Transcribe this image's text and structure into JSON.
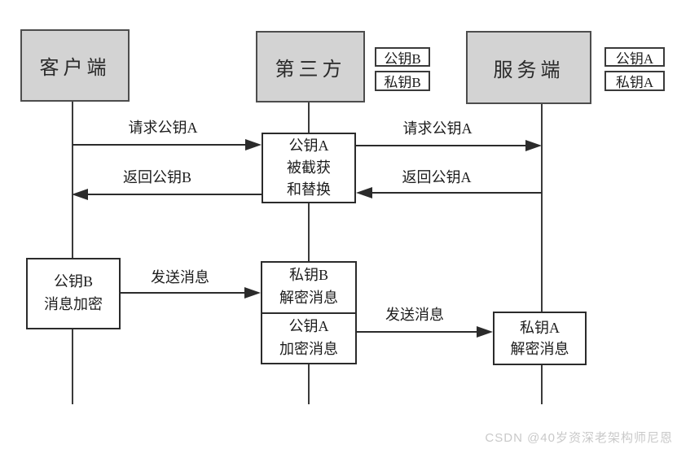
{
  "diagram": {
    "actors": {
      "client": "客户端",
      "middle": "第三方",
      "server": "服务端"
    },
    "key_badges": {
      "middle_public": "公钥B",
      "middle_private": "私钥B",
      "server_public": "公钥A",
      "server_private": "私钥A"
    },
    "messages": {
      "request_a_left": "请求公钥A",
      "request_a_right": "请求公钥A",
      "return_b": "返回公钥B",
      "return_a": "返回公钥A",
      "send_msg_left": "发送消息",
      "send_msg_right": "发送消息"
    },
    "boxes": {
      "intercept": {
        "line1": "公钥A",
        "line2": "被截获",
        "line3": "和替换"
      },
      "client_encrypt": {
        "line1": "公钥B",
        "line2": "消息加密"
      },
      "mitm_decrypt": {
        "line1": "私钥B",
        "line2": "解密消息"
      },
      "mitm_encrypt": {
        "line1": "公钥A",
        "line2": "加密消息"
      },
      "server_decrypt": {
        "line1": "私钥A",
        "line2": "解密消息"
      }
    },
    "watermark": "CSDN @40岁资深老架构师尼恩",
    "colors": {
      "actor_fill": "#d3d3d3",
      "actor_border": "#4d4d4d",
      "box_border": "#2b2b2b",
      "line": "#2b2b2b",
      "watermark": "#c9c9c9",
      "background": "#ffffff"
    }
  }
}
